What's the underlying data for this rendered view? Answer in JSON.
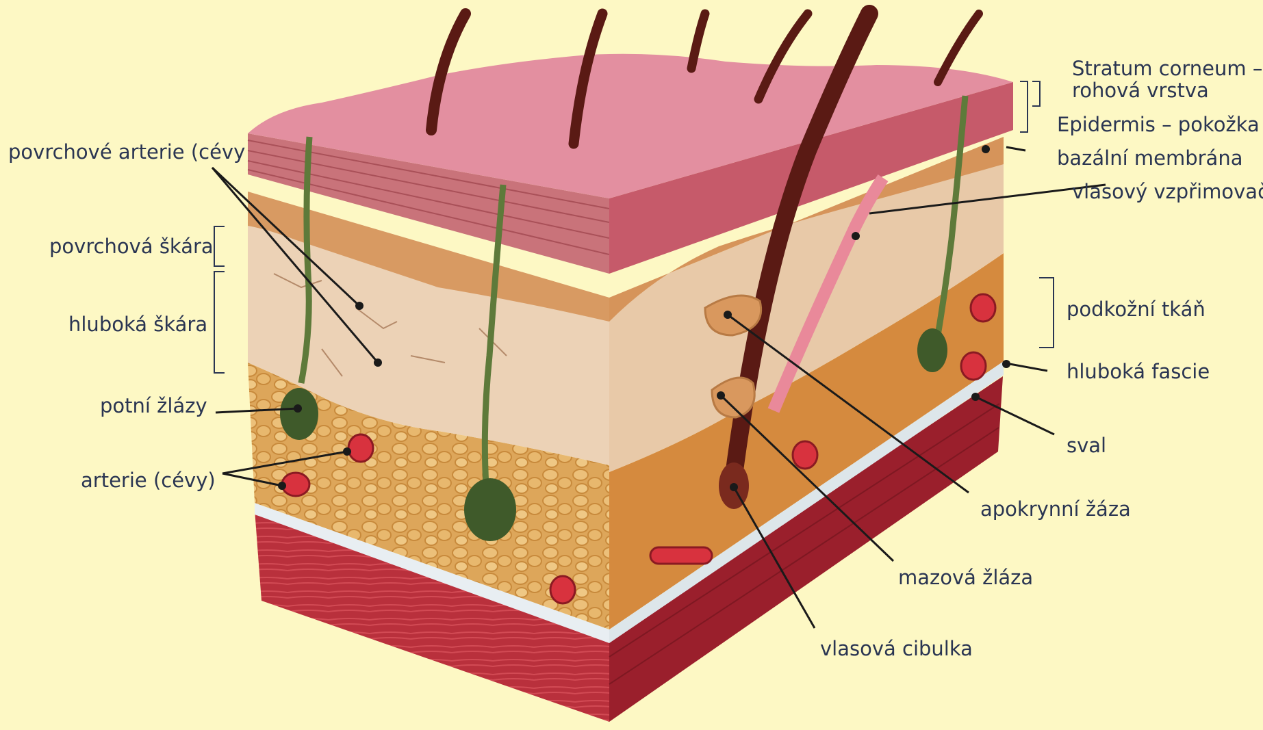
{
  "colors": {
    "background": "#fdf8c4",
    "label_text": "#2a3552",
    "epidermis": "#c9536a",
    "dermis": "#eccfb2",
    "subcutis": "#d9a055",
    "muscle": "#b72e3a",
    "hair": "#5a1a14",
    "gland": "#5e7a3a"
  },
  "labels": {
    "stratum_corneum": "Stratum corneum –",
    "rohova_vrstva": "rohová vrstva",
    "epidermis": "Epidermis – pokožka",
    "bazalni_membrana": "bazální membrána",
    "vlasovy_vzprimovac": "vlasový vzpřimovač",
    "podkozni_tkan": "podkožní tkáň",
    "hluboka_fascie": "hluboká fascie",
    "sval": "sval",
    "apokrynni_zaza": "apokrynní žáza",
    "mazova_zlaza": "mazová žláza",
    "vlasova_cibulka": "vlasová cibulka",
    "povrchove_arterie": "povrchové arterie (cévy",
    "povrchova_skara": "povrchová škára",
    "hluboka_skara": "hluboká škára",
    "potni_zlazy": "potní žlázy",
    "arterie_cevy": "arterie (cévy)"
  }
}
